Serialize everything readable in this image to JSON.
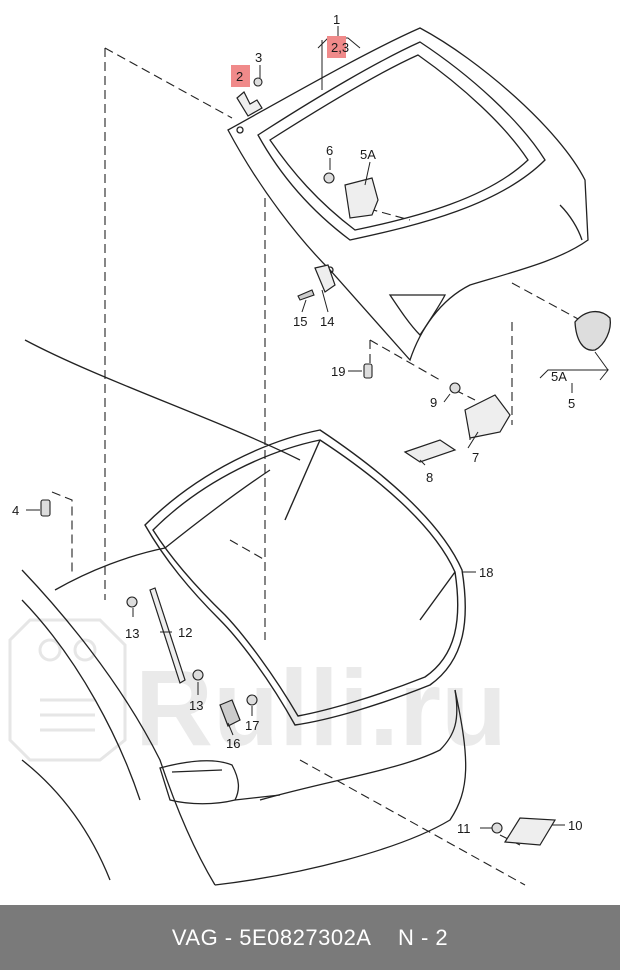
{
  "diagram": {
    "callouts": [
      {
        "id": "c1",
        "text": "1"
      },
      {
        "id": "c2_3",
        "text": "2,3"
      },
      {
        "id": "c2",
        "text": "2"
      },
      {
        "id": "c3",
        "text": "3"
      },
      {
        "id": "c6",
        "text": "6"
      },
      {
        "id": "c5A_top",
        "text": "5A"
      },
      {
        "id": "c15",
        "text": "15"
      },
      {
        "id": "c14",
        "text": "14"
      },
      {
        "id": "c19",
        "text": "19"
      },
      {
        "id": "c9",
        "text": "9"
      },
      {
        "id": "c5A",
        "text": "5A"
      },
      {
        "id": "c5",
        "text": "5"
      },
      {
        "id": "c7",
        "text": "7"
      },
      {
        "id": "c8",
        "text": "8"
      },
      {
        "id": "c4",
        "text": "4"
      },
      {
        "id": "c18",
        "text": "18"
      },
      {
        "id": "c13a",
        "text": "13"
      },
      {
        "id": "c12",
        "text": "12"
      },
      {
        "id": "c13b",
        "text": "13"
      },
      {
        "id": "c17",
        "text": "17"
      },
      {
        "id": "c16",
        "text": "16"
      },
      {
        "id": "c11",
        "text": "11"
      },
      {
        "id": "c10",
        "text": "10"
      }
    ],
    "watermark": "Rulli.ru"
  },
  "footer": {
    "brand": "VAG",
    "separator": " - ",
    "part_number": "5E0827302A",
    "page": "N - 2"
  }
}
